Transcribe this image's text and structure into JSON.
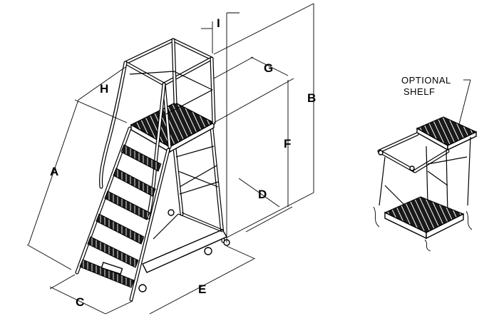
{
  "dimensions": {
    "A": "A",
    "B": "B",
    "C": "C",
    "D": "D",
    "E": "E",
    "F": "F",
    "G": "G",
    "H": "H",
    "I": "I"
  },
  "optional_shelf": {
    "line1": "OPTIONAL",
    "line2": "SHELF"
  }
}
